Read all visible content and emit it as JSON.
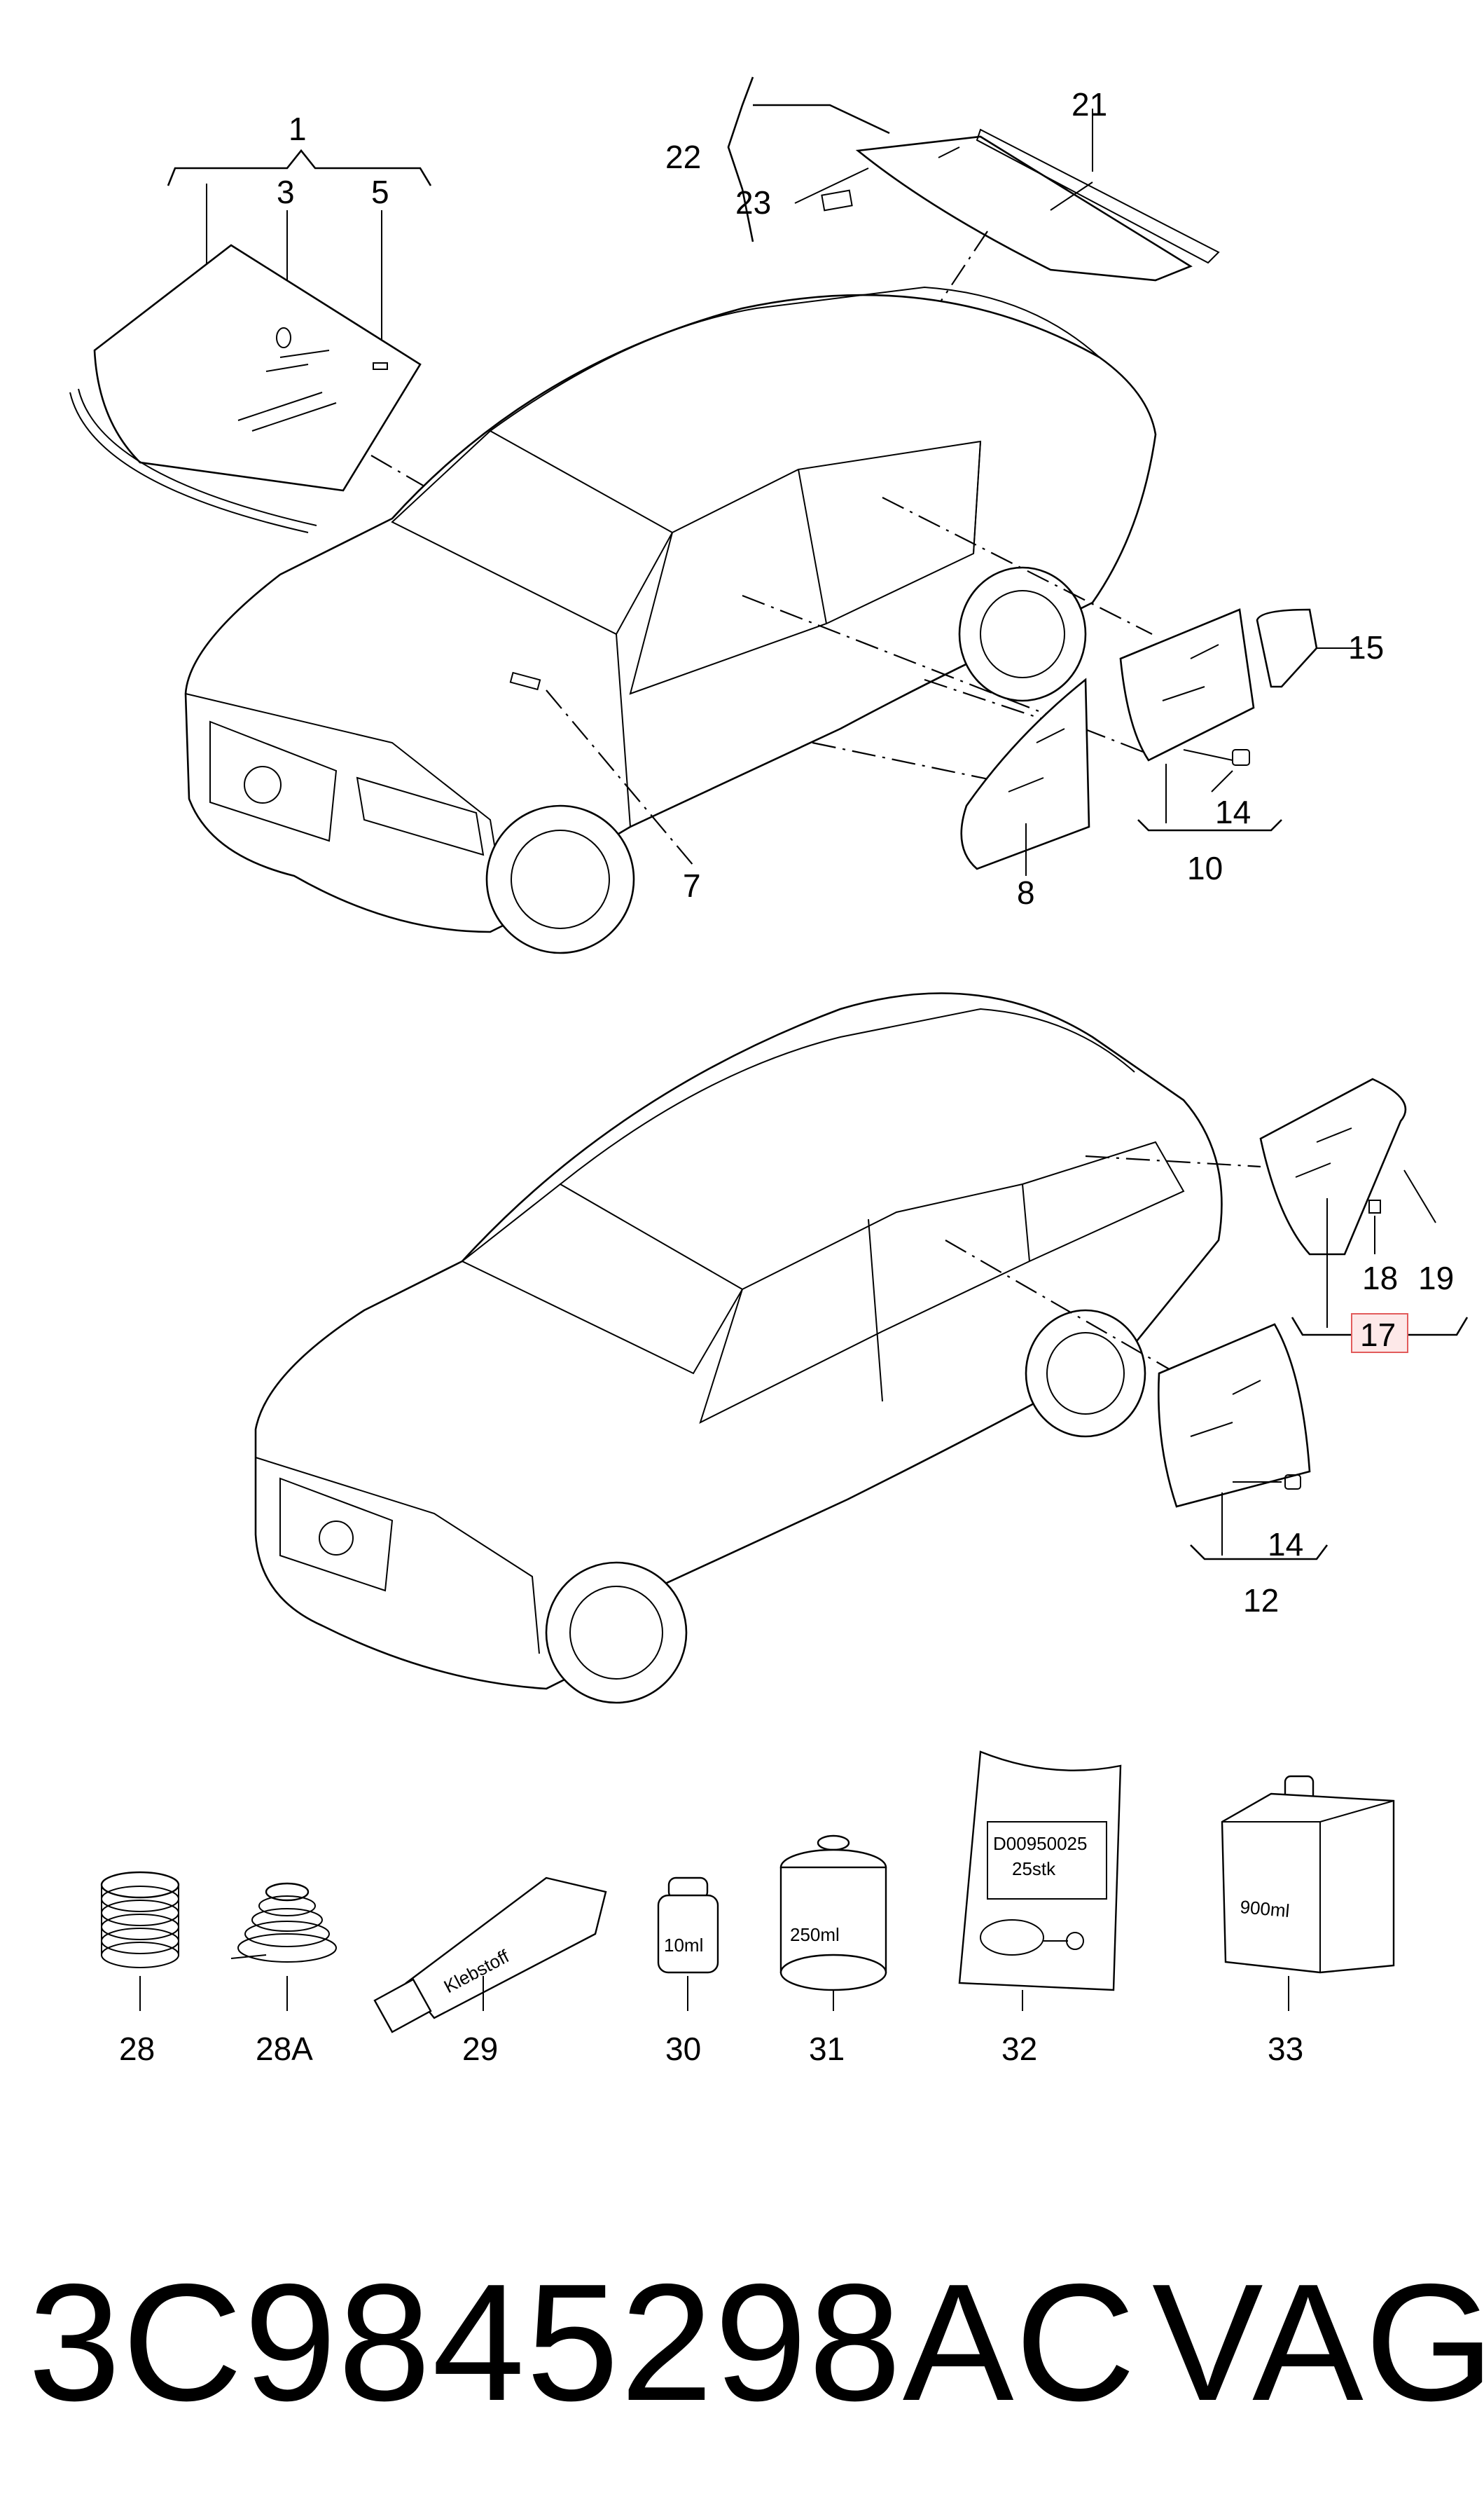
{
  "callouts": {
    "c1": "1",
    "c3": "3",
    "c5": "5",
    "c7": "7",
    "c8": "8",
    "c10": "10",
    "c12": "12",
    "c14a": "14",
    "c14b": "14",
    "c15": "15",
    "c17": "17",
    "c18": "18",
    "c19": "19",
    "c21": "21",
    "c22": "22",
    "c23": "23",
    "c28": "28",
    "c28a": "28A",
    "c29": "29",
    "c30": "30",
    "c31": "31",
    "c32": "32",
    "c33": "33"
  },
  "highlighted_callout": "17",
  "highlight_color": "#e25b5b",
  "products": {
    "tube_label": "Klebstoff",
    "bottle_small_label": "10ml",
    "can_label": "250ml",
    "bag_code": "D00950025",
    "bag_qty": "25stk",
    "jug_label": "900ml"
  },
  "footer": {
    "part_number": "3C9845298AC",
    "brand": "VAG"
  }
}
